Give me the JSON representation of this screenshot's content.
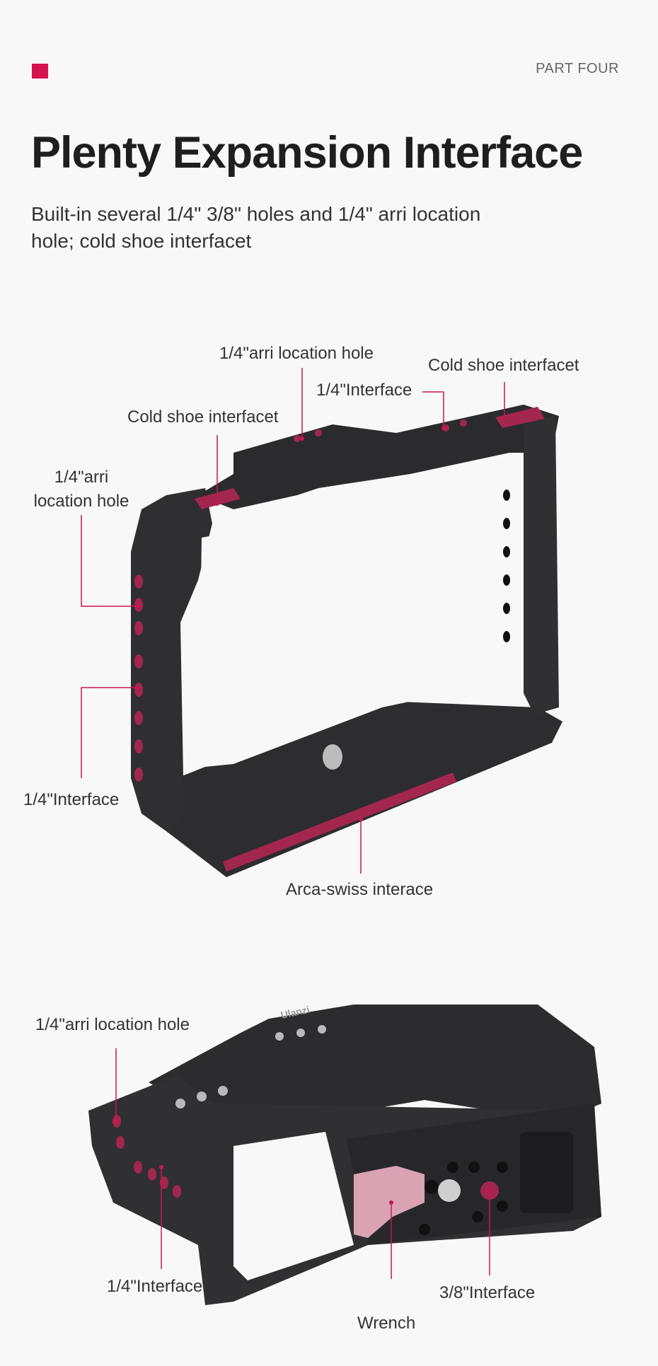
{
  "header": {
    "part_label": "PART FOUR",
    "title": "Plenty Expansion Interface",
    "subtitle": "Built-in several 1/4\" 3/8\" holes and 1/4\" arri location hole; cold shoe interfacet"
  },
  "figure_top": {
    "callouts": {
      "arri_top": "1/4\"arri location hole",
      "cold_shoe_right": "Cold shoe interfacet",
      "interface_top": "1/4\"Interface",
      "cold_shoe_left": "Cold shoe interfacet",
      "arri_left": "1/4\"arri\nlocation hole",
      "interface_left": "1/4\"Interface",
      "arca": "Arca-swiss interace"
    }
  },
  "figure_bottom": {
    "brand_engraving": "Ulanzi",
    "callouts": {
      "arri": "1/4\"arri location hole",
      "interface": "1/4\"Interface",
      "three_eighths": "3/8\"Interface",
      "wrench": "Wrench"
    }
  },
  "colors": {
    "accent": "#d6124f",
    "cage_dark": "#2a2a2c",
    "cage_mid": "#3a3a3d",
    "highlight": "#a3264f",
    "wrench": "#d9a3b4",
    "background": "#f8f8f8"
  }
}
